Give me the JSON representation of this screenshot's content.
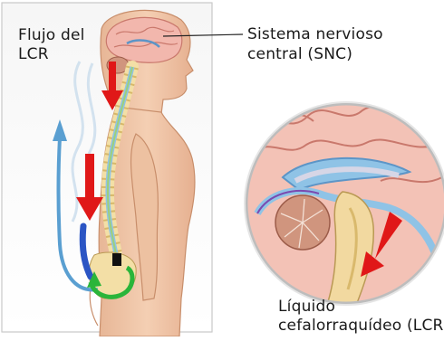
{
  "labels": {
    "flow_line1": "Flujo del",
    "flow_line2": "LCR",
    "cns_line1": "Sistema nervioso",
    "cns_line2": "central (SNC)",
    "csf_line1": "Líquido",
    "csf_line2": "cefalorraquídeo (LCR)"
  },
  "colors": {
    "skin": "#f1c7a8",
    "skin_shadow": "#d99d7c",
    "brain": "#f2b7ad",
    "brain_gyri": "#c9786c",
    "csf_blue": "#8fc3e6",
    "flow_blue": "#5a9fd1",
    "flow_dark_blue": "#2b55c4",
    "flow_green": "#2ab53a",
    "arrow_red": "#e01818",
    "spine_bone": "#f3dfa6",
    "spinal_cord": "#9ed07a",
    "cerebellum": "#d0957e",
    "panel_border": "#c9c9c9"
  },
  "icons": {
    "flow_arrow": "upward-curved-arrow-icon",
    "downward_arrow": "red-down-arrow-icon",
    "recirculation": "green-circular-arrow-icon"
  }
}
